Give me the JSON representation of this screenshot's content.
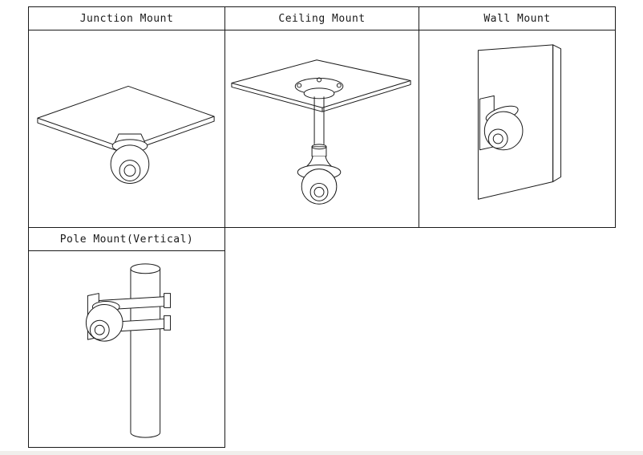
{
  "figure": {
    "background": "#ffffff",
    "line_color": "#1a1a1a"
  },
  "cells": [
    {
      "id": "junction-mount",
      "label": "Junction Mount",
      "icon": "junction-mount-drawing"
    },
    {
      "id": "ceiling-mount",
      "label": "Ceiling Mount",
      "icon": "ceiling-mount-drawing"
    },
    {
      "id": "wall-mount",
      "label": "Wall Mount",
      "icon": "wall-mount-drawing"
    },
    {
      "id": "pole-mount-vertical",
      "label": "Pole Mount(Vertical)",
      "icon": "pole-mount-vertical-drawing"
    }
  ]
}
